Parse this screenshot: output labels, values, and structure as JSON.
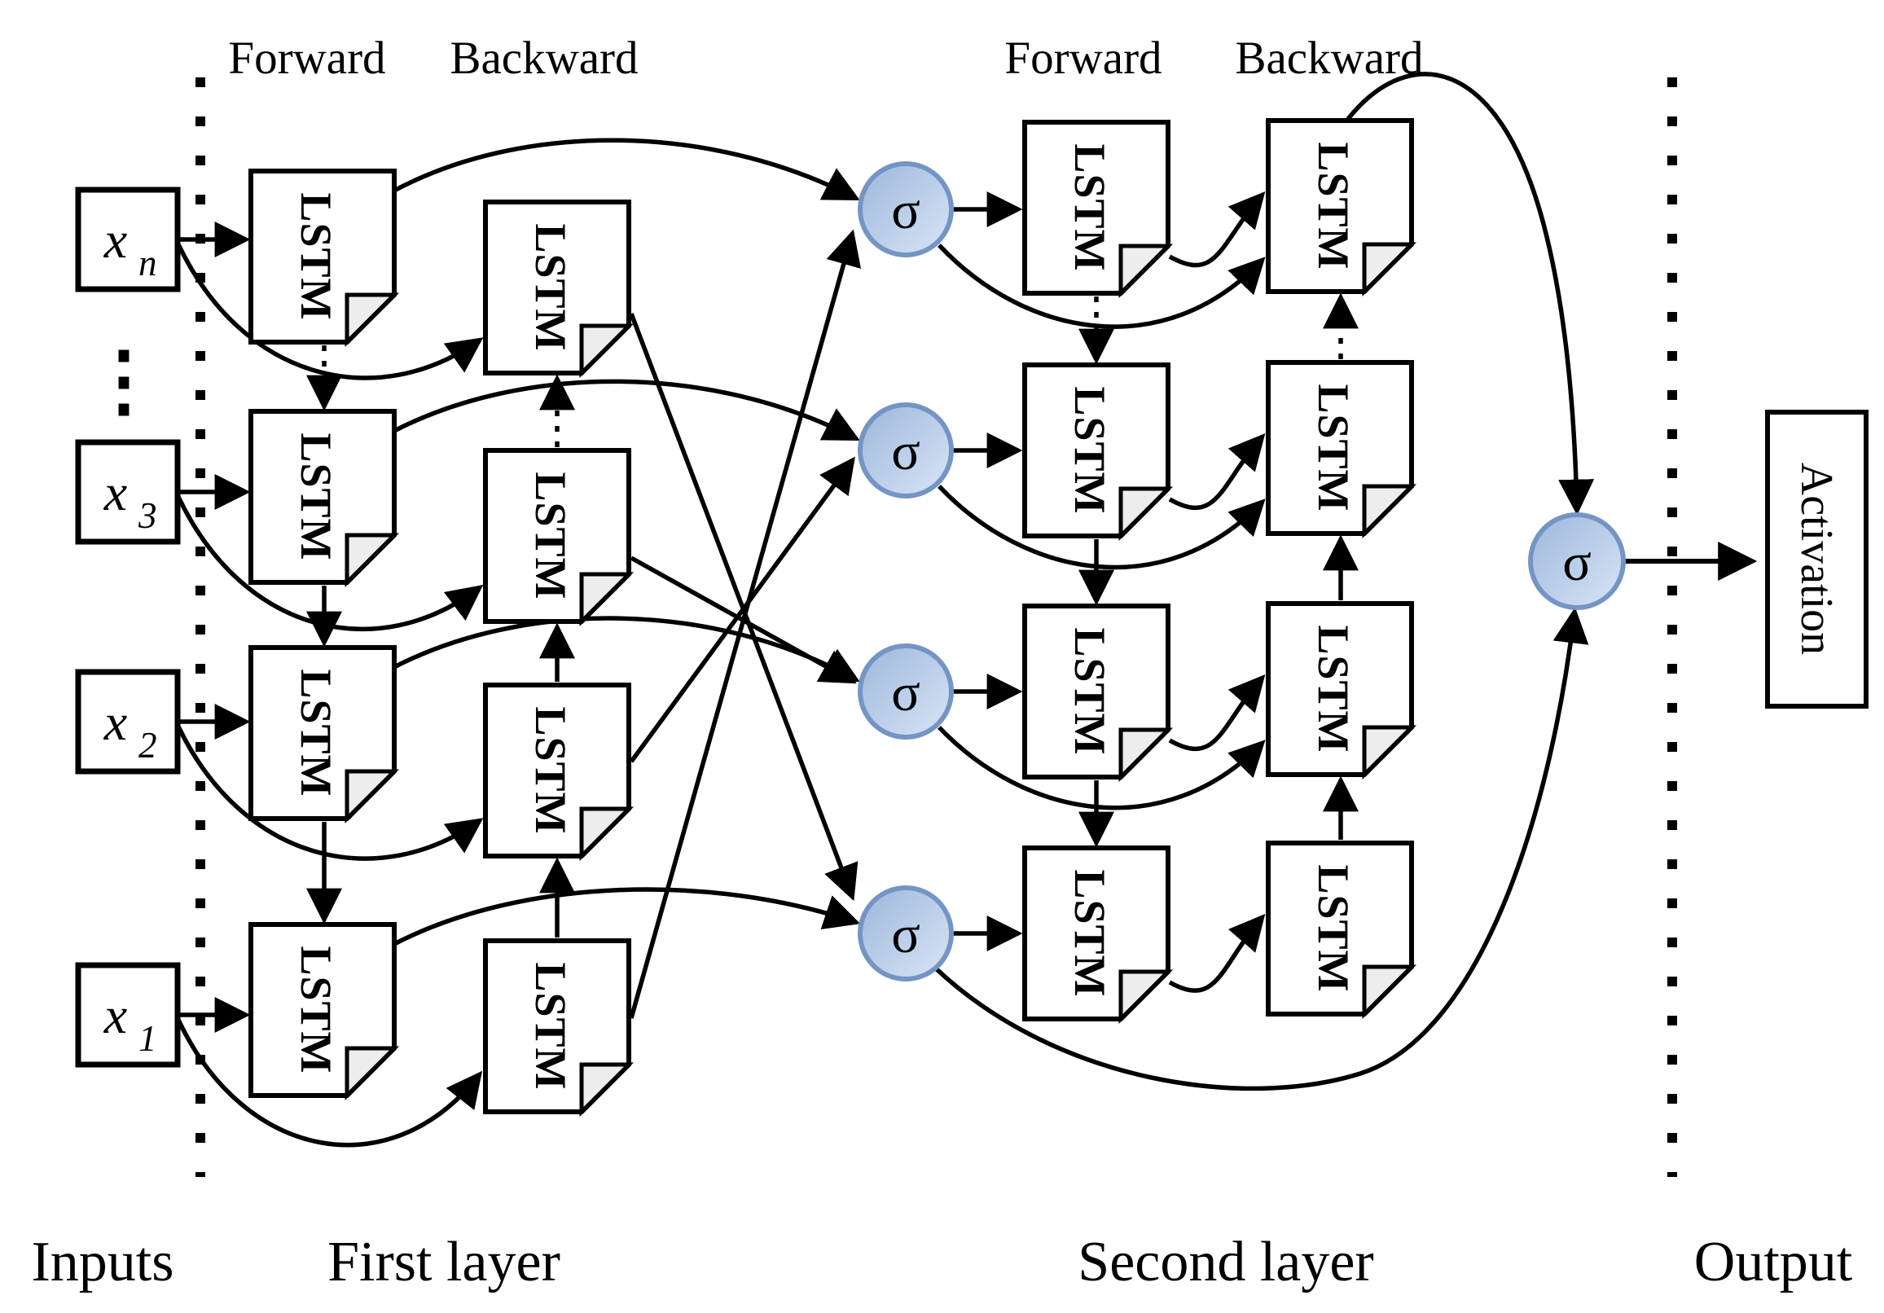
{
  "headings": {
    "first_forward": "Forward",
    "first_backward": "Backward",
    "second_forward": "Forward",
    "second_backward": "Backward"
  },
  "inputs": {
    "ellipsis": "⋮",
    "items": [
      {
        "base": "x",
        "sub": "n"
      },
      {
        "base": "x",
        "sub": "3"
      },
      {
        "base": "x",
        "sub": "2"
      },
      {
        "base": "x",
        "sub": "1"
      }
    ]
  },
  "lstm_label": "LSTM",
  "sigma_symbol": "σ",
  "activation_label": "Activation",
  "section_labels": {
    "inputs": "Inputs",
    "first_layer": "First layer",
    "second_layer": "Second layer",
    "output": "Output"
  },
  "colors": {
    "sigma_fill_dark": "#9cb7dc",
    "sigma_fill_light": "#d9e5f5",
    "sigma_stroke": "#7495c4",
    "fold_fill": "#ededed",
    "line": "#000000",
    "background": "#ffffff"
  }
}
